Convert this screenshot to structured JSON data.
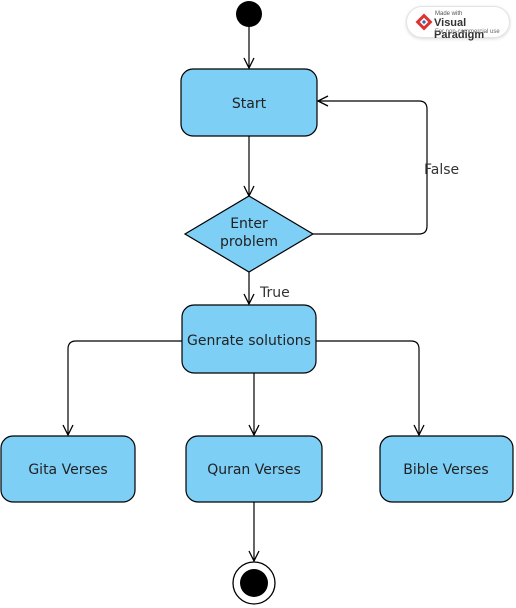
{
  "colors": {
    "node_fill": "#7DCFF6",
    "node_stroke": "#000000",
    "edge": "#000000",
    "initial": "#000000"
  },
  "nodes": {
    "start": "Start",
    "decision_line1": "Enter",
    "decision_line2": "problem",
    "generate": "Genrate solutions",
    "gita": "Gita Verses",
    "quran": "Quran Verses",
    "bible": "Bible Verses"
  },
  "edges": {
    "false_label": "False",
    "true_label": "True"
  },
  "badge": {
    "made_with": "Made with",
    "brand": "Visual Paradigm",
    "note": "For non-commercial use"
  }
}
